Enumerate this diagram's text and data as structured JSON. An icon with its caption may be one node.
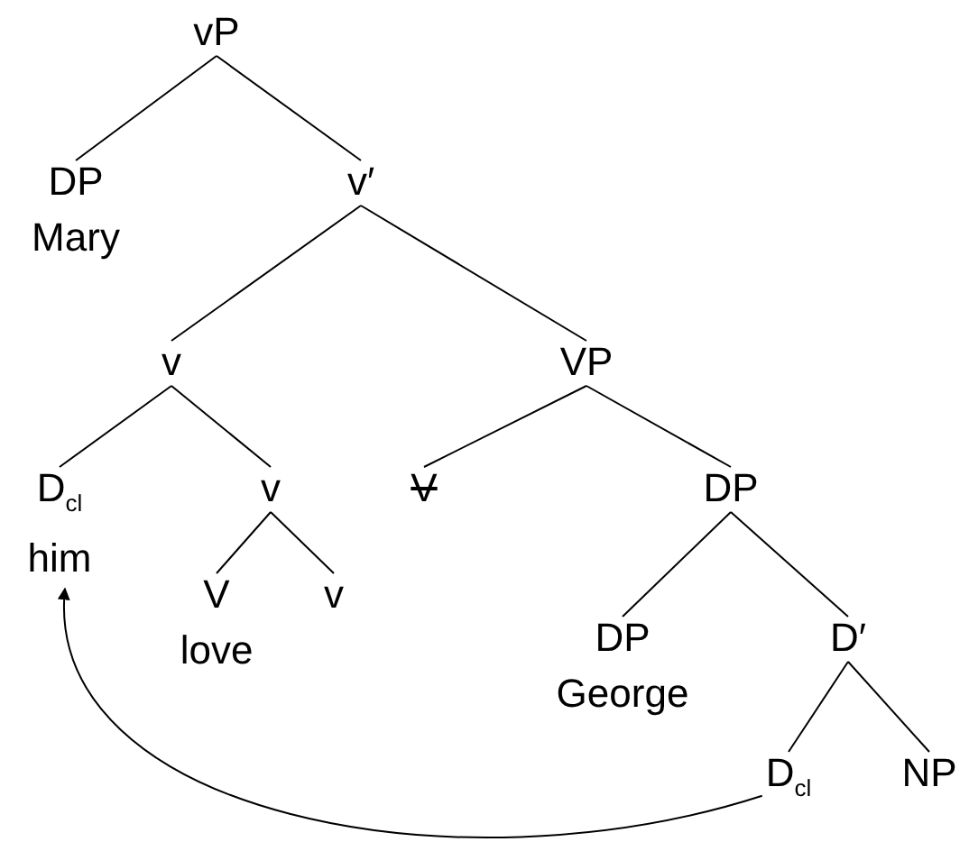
{
  "diagram": {
    "nodes": [
      {
        "text": [
          "vP"
        ]
      },
      {
        "text": [
          "DP",
          "Mary"
        ]
      },
      {
        "text": [
          "v′"
        ]
      },
      {
        "text": [
          "v"
        ]
      },
      {
        "text": [
          "VP"
        ]
      },
      {
        "text": [
          "D$_{cl}$",
          "him"
        ]
      },
      {
        "text": [
          "v"
        ]
      },
      {
        "text": [
          "V"
        ]
      },
      {
        "text": [
          "DP"
        ]
      },
      {
        "text": [
          "V",
          "love"
        ]
      },
      {
        "text": [
          "v"
        ]
      },
      {
        "text": [
          "DP",
          "George"
        ]
      },
      {
        "text": [
          "D′"
        ]
      },
      {
        "text": [
          "D$_{cl}$"
        ]
      },
      {
        "text": [
          "NP"
        ]
      }
    ],
    "edges": [
      {
        "from": 0,
        "to": 1,
        "arrow": "none"
      },
      {
        "from": 0,
        "to": 2,
        "arrow": "none"
      },
      {
        "from": 2,
        "to": 3,
        "arrow": "none"
      },
      {
        "from": 2,
        "to": 4,
        "arrow": "none"
      },
      {
        "from": 3,
        "to": 5,
        "arrow": "none"
      },
      {
        "from": 3,
        "to": 6,
        "arrow": "none"
      },
      {
        "from": 4,
        "to": 7,
        "arrow": "none"
      },
      {
        "from": 4,
        "to": 8,
        "arrow": "none"
      },
      {
        "from": 6,
        "to": 9,
        "arrow": "none"
      },
      {
        "from": 6,
        "to": 10,
        "arrow": "none"
      },
      {
        "from": 8,
        "to": 11,
        "arrow": "none"
      },
      {
        "from": 8,
        "to": 12,
        "arrow": "none"
      },
      {
        "from": 12,
        "to": 13,
        "arrow": "none"
      },
      {
        "from": 12,
        "to": 14,
        "arrow": "none"
      },
      {
        "from": 13,
        "to": 5,
        "arrow": "to"
      }
    ]
  }
}
